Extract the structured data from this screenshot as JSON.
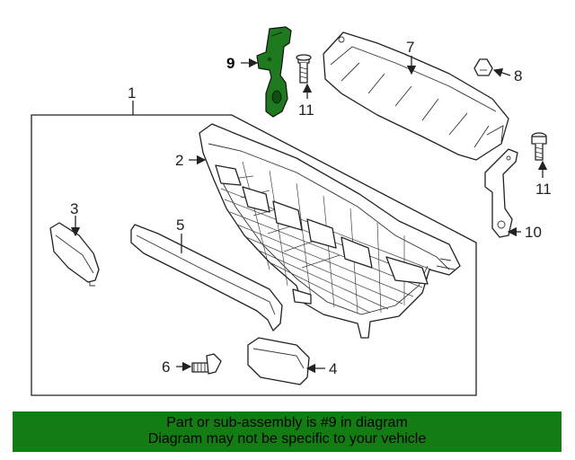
{
  "callouts": {
    "c1": "1",
    "c2": "2",
    "c3": "3",
    "c4": "4",
    "c5": "5",
    "c6": "6",
    "c7": "7",
    "c8": "8",
    "c9": "9",
    "c10": "10",
    "c11a": "11",
    "c11b": "11"
  },
  "highlight_color": "#1f7a1f",
  "banner": {
    "line1": "Part or sub-assembly is #9 in diagram",
    "line2": "Diagram may not be specific to your vehicle",
    "color": "#137d13"
  }
}
